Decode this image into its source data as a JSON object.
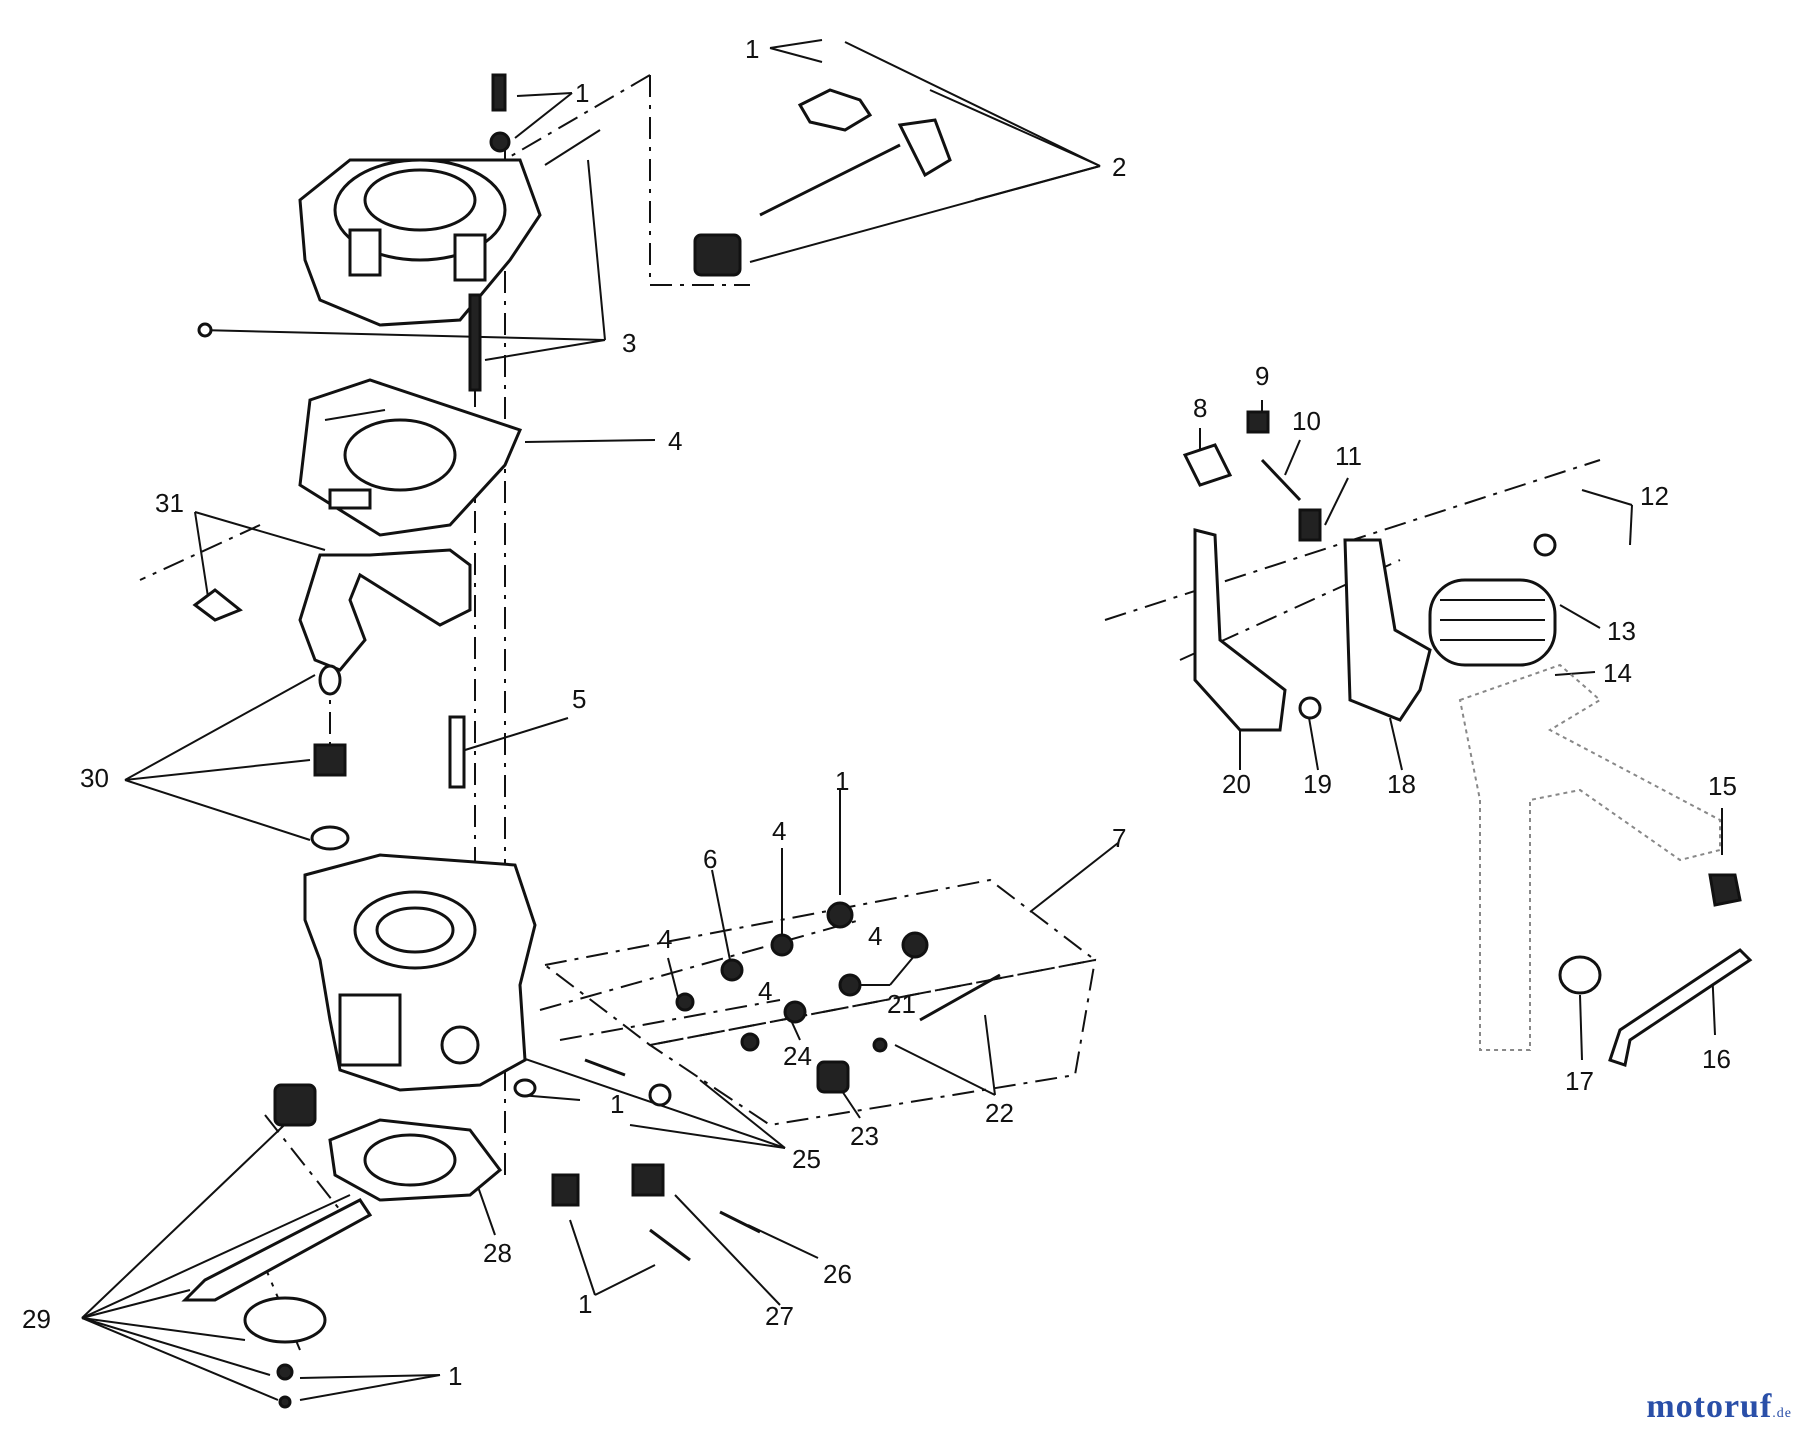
{
  "callouts": {
    "c1a": "1",
    "c1b": "1",
    "c1c": "1",
    "c1d": "1",
    "c1e": "1",
    "c1f": "1",
    "c2": "2",
    "c3": "3",
    "c4a": "4",
    "c4b": "4",
    "c4c": "4",
    "c4d": "4",
    "c4e": "4",
    "c5": "5",
    "c6": "6",
    "c7": "7",
    "c8": "8",
    "c9": "9",
    "c10": "10",
    "c11": "11",
    "c12": "12",
    "c13": "13",
    "c14": "14",
    "c15": "15",
    "c16": "16",
    "c17": "17",
    "c18": "18",
    "c19": "19",
    "c20": "20",
    "c21": "21",
    "c22": "22",
    "c23": "23",
    "c24": "24",
    "c25": "25",
    "c26": "26",
    "c27": "27",
    "c28": "28",
    "c29": "29",
    "c30": "30",
    "c31": "31"
  },
  "brand": {
    "name": "motoruf",
    "suffix": ".de",
    "color": "#2a4fa8"
  }
}
